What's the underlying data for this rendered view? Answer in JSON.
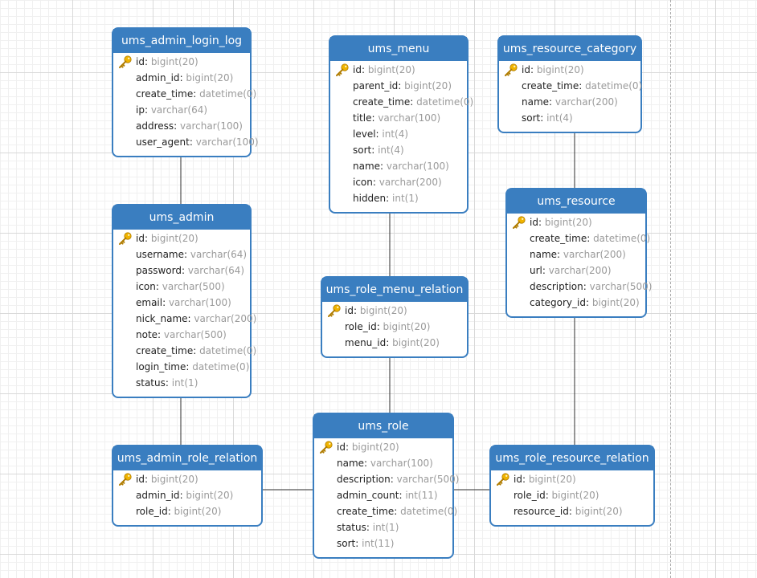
{
  "diagram": {
    "entities": [
      {
        "id": "ums_admin_login_log",
        "title": "ums_admin_login_log",
        "fields": [
          {
            "name": "id",
            "type": "bigint(20)",
            "primary_key": true
          },
          {
            "name": "admin_id",
            "type": "bigint(20)"
          },
          {
            "name": "create_time",
            "type": "datetime(0)"
          },
          {
            "name": "ip",
            "type": "varchar(64)"
          },
          {
            "name": "address",
            "type": "varchar(100)"
          },
          {
            "name": "user_agent",
            "type": "varchar(100)"
          }
        ]
      },
      {
        "id": "ums_admin",
        "title": "ums_admin",
        "fields": [
          {
            "name": "id",
            "type": "bigint(20)",
            "primary_key": true
          },
          {
            "name": "username",
            "type": "varchar(64)"
          },
          {
            "name": "password",
            "type": "varchar(64)"
          },
          {
            "name": "icon",
            "type": "varchar(500)"
          },
          {
            "name": "email",
            "type": "varchar(100)"
          },
          {
            "name": "nick_name",
            "type": "varchar(200)"
          },
          {
            "name": "note",
            "type": "varchar(500)"
          },
          {
            "name": "create_time",
            "type": "datetime(0)"
          },
          {
            "name": "login_time",
            "type": "datetime(0)"
          },
          {
            "name": "status",
            "type": "int(1)"
          }
        ]
      },
      {
        "id": "ums_admin_role_relation",
        "title": "ums_admin_role_relation",
        "fields": [
          {
            "name": "id",
            "type": "bigint(20)",
            "primary_key": true
          },
          {
            "name": "admin_id",
            "type": "bigint(20)"
          },
          {
            "name": "role_id",
            "type": "bigint(20)"
          }
        ]
      },
      {
        "id": "ums_menu",
        "title": "ums_menu",
        "fields": [
          {
            "name": "id",
            "type": "bigint(20)",
            "primary_key": true
          },
          {
            "name": "parent_id",
            "type": "bigint(20)"
          },
          {
            "name": "create_time",
            "type": "datetime(0)"
          },
          {
            "name": "title",
            "type": "varchar(100)"
          },
          {
            "name": "level",
            "type": "int(4)"
          },
          {
            "name": "sort",
            "type": "int(4)"
          },
          {
            "name": "name",
            "type": "varchar(100)"
          },
          {
            "name": "icon",
            "type": "varchar(200)"
          },
          {
            "name": "hidden",
            "type": "int(1)"
          }
        ]
      },
      {
        "id": "ums_role_menu_relation",
        "title": "ums_role_menu_relation",
        "fields": [
          {
            "name": "id",
            "type": "bigint(20)",
            "primary_key": true
          },
          {
            "name": "role_id",
            "type": "bigint(20)"
          },
          {
            "name": "menu_id",
            "type": "bigint(20)"
          }
        ]
      },
      {
        "id": "ums_role",
        "title": "ums_role",
        "fields": [
          {
            "name": "id",
            "type": "bigint(20)",
            "primary_key": true
          },
          {
            "name": "name",
            "type": "varchar(100)"
          },
          {
            "name": "description",
            "type": "varchar(500)"
          },
          {
            "name": "admin_count",
            "type": "int(11)"
          },
          {
            "name": "create_time",
            "type": "datetime(0)"
          },
          {
            "name": "status",
            "type": "int(1)"
          },
          {
            "name": "sort",
            "type": "int(11)"
          }
        ]
      },
      {
        "id": "ums_resource_category",
        "title": "ums_resource_category",
        "fields": [
          {
            "name": "id",
            "type": "bigint(20)",
            "primary_key": true
          },
          {
            "name": "create_time",
            "type": "datetime(0)"
          },
          {
            "name": "name",
            "type": "varchar(200)"
          },
          {
            "name": "sort",
            "type": "int(4)"
          }
        ]
      },
      {
        "id": "ums_resource",
        "title": "ums_resource",
        "fields": [
          {
            "name": "id",
            "type": "bigint(20)",
            "primary_key": true
          },
          {
            "name": "create_time",
            "type": "datetime(0)"
          },
          {
            "name": "name",
            "type": "varchar(200)"
          },
          {
            "name": "url",
            "type": "varchar(200)"
          },
          {
            "name": "description",
            "type": "varchar(500)"
          },
          {
            "name": "category_id",
            "type": "bigint(20)"
          }
        ]
      },
      {
        "id": "ums_role_resource_relation",
        "title": "ums_role_resource_relation",
        "fields": [
          {
            "name": "id",
            "type": "bigint(20)",
            "primary_key": true
          },
          {
            "name": "role_id",
            "type": "bigint(20)"
          },
          {
            "name": "resource_id",
            "type": "bigint(20)"
          }
        ]
      }
    ],
    "relations": [
      {
        "from": "ums_admin_login_log",
        "to": "ums_admin"
      },
      {
        "from": "ums_admin",
        "to": "ums_admin_role_relation"
      },
      {
        "from": "ums_admin_role_relation",
        "to": "ums_role"
      },
      {
        "from": "ums_menu",
        "to": "ums_role_menu_relation"
      },
      {
        "from": "ums_role_menu_relation",
        "to": "ums_role"
      },
      {
        "from": "ums_role",
        "to": "ums_role_resource_relation"
      },
      {
        "from": "ums_resource_category",
        "to": "ums_resource"
      },
      {
        "from": "ums_resource",
        "to": "ums_role_resource_relation"
      }
    ]
  },
  "colors": {
    "header": "#3a7ec0",
    "border": "#3a7ec0",
    "type_text": "#9a9a9a",
    "key_icon": "#f0b400"
  }
}
